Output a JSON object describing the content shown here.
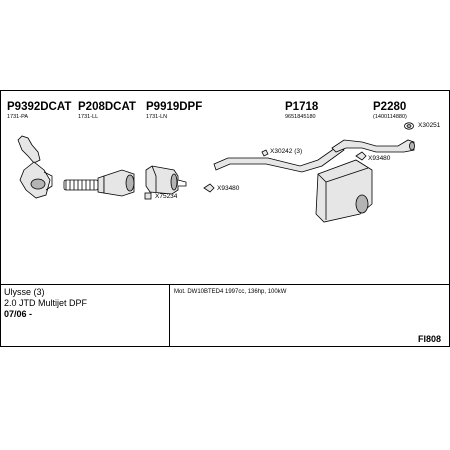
{
  "parts": [
    {
      "number": "P9392DCAT",
      "oem": "1731-PA"
    },
    {
      "number": "P208DCAT",
      "oem": "1731-LL"
    },
    {
      "number": "P9919DPF",
      "oem": "1731-LN"
    },
    {
      "number": "P1718",
      "oem": "9651845180"
    },
    {
      "number": "P2280",
      "oem": "(1400114880)"
    }
  ],
  "accessories": {
    "x30251": "X30251",
    "x30242": "X30242 (3)",
    "x93480_right": "X93480",
    "x93480_mid": "X93480",
    "x75234": "X75234"
  },
  "vehicle": {
    "model": "Ulysse (3)",
    "engine": "2.0 JTD Multijet DPF",
    "date": "07/06 -"
  },
  "engine_spec": "Mot. DW10BTED4 1997cc, 136hp, 100kW",
  "diagram_code": "FI808",
  "colors": {
    "line": "#000000",
    "part_fill": "#e6e6e6",
    "part_dark": "#b4b4b4"
  }
}
